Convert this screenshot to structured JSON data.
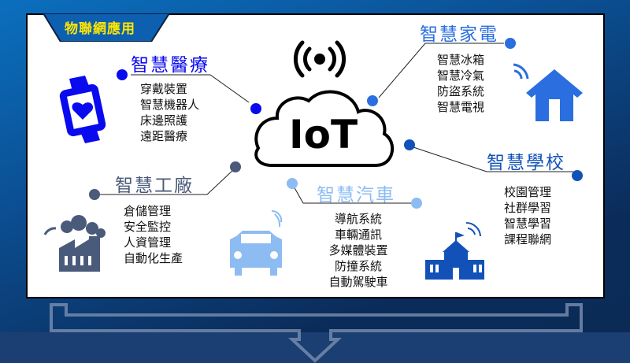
{
  "header": {
    "title": "物聯網應用"
  },
  "center": {
    "label": "IoT",
    "icon": "wifi-signal-icon"
  },
  "colors": {
    "medical": "#0a0aee",
    "factory": "#4a5a7a",
    "car": "#8cbcf2",
    "appliance": "#2a6ee0",
    "school": "#1252b8",
    "yellow": "#ffe600"
  },
  "categories": {
    "medical": {
      "title": "智慧醫療",
      "items": [
        "穿戴裝置",
        "智慧機器人",
        "床邊照護",
        "遠距醫療"
      ],
      "icon": "smartwatch-icon"
    },
    "factory": {
      "title": "智慧工廠",
      "items": [
        "倉儲管理",
        "安全監控",
        "人資管理",
        "自動化生產"
      ],
      "icon": "factory-icon"
    },
    "car": {
      "title": "智慧汽車",
      "items": [
        "導航系統",
        "車輛通訊",
        "多媒體裝置",
        "防撞系統",
        "自動駕駛車"
      ],
      "icon": "car-icon"
    },
    "appliance": {
      "title": "智慧家電",
      "items": [
        "智慧冰箱",
        "智慧冷氣",
        "防盜系統",
        "智慧電視"
      ],
      "icon": "house-icon"
    },
    "school": {
      "title": "智慧學校",
      "items": [
        "校園管理",
        "社群學習",
        "智慧學習",
        "課程聯網"
      ],
      "icon": "school-icon"
    }
  }
}
